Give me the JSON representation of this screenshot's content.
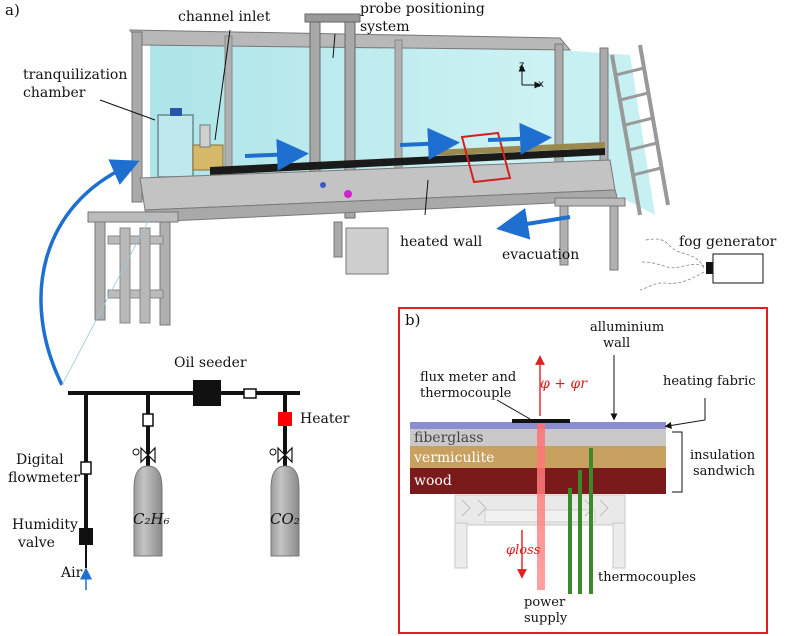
{
  "panel_a": {
    "tag": "a)",
    "labels": {
      "channel_inlet": "channel inlet",
      "probe_positioning_1": "probe positioning",
      "probe_positioning_2": "system",
      "tranquilization_1": "tranquilization",
      "tranquilization_2": "chamber",
      "heated_wall": "heated wall",
      "evacuation": "evacuation",
      "fog_generator": "fog generator",
      "axis_z": "z",
      "axis_x": "x"
    }
  },
  "gas_system": {
    "oil_seeder": "Oil seeder",
    "heater": "Heater",
    "digital_1": "Digital",
    "digital_2": "flowmeter",
    "humidity_1": "Humidity",
    "humidity_2": "valve",
    "air": "Air",
    "cyl_ethane": "C₂H₆",
    "cyl_co2": "CO₂"
  },
  "panel_b": {
    "tag": "b)",
    "flux_1": "flux meter and",
    "flux_2": "thermocouple",
    "alum_1": "alluminium",
    "alum_2": "wall",
    "heating_fabric": "heating fabric",
    "fiberglass": "fiberglass",
    "vermiculite": "vermiculite",
    "wood": "wood",
    "insulation_1": "insulation",
    "insulation_2": "sandwich",
    "phi_total": "φ + φr",
    "phi_loss": "φloss",
    "thermocouples": "thermocouples",
    "power_1": "power",
    "power_2": "supply"
  },
  "colors": {
    "flow_arrow": "#1f6fd0",
    "box_border": "#e02020",
    "heater": "#ff0000",
    "fiberglass": "#c9c9c9",
    "vermiculite": "#c8a060",
    "wood": "#7a1a1a",
    "fabric": "#8c8cd0",
    "thermocouple": "#3a8a2a",
    "power_beam": "#ff5a5a"
  }
}
